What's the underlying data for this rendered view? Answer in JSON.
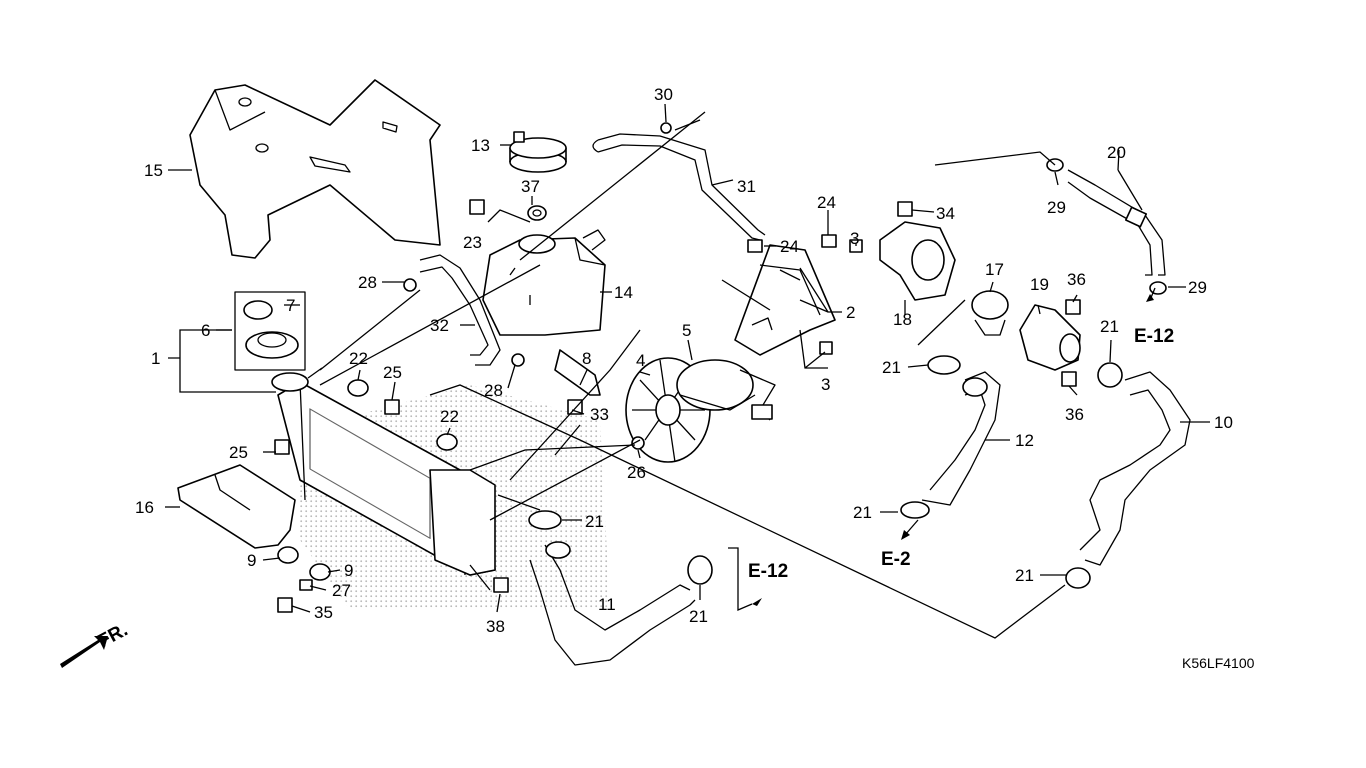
{
  "diagram": {
    "code": "K56LF4100",
    "direction_label": "FR.",
    "refs": {
      "e12_center": "E-12",
      "e12_right": "E-12",
      "e2": "E-2"
    },
    "callouts": {
      "c1": "1",
      "c2": "2",
      "c3a": "3",
      "c3b": "3",
      "c4": "4",
      "c5": "5",
      "c6": "6",
      "c7": "7",
      "c8": "8",
      "c9a": "9",
      "c9b": "9",
      "c10": "10",
      "c11": "11",
      "c12": "12",
      "c13": "13",
      "c14": "14",
      "c15": "15",
      "c16": "16",
      "c17": "17",
      "c18": "18",
      "c19": "19",
      "c20": "20",
      "c21a": "21",
      "c21b": "21",
      "c21c": "21",
      "c21d": "21",
      "c21e": "21",
      "c21f": "21",
      "c22a": "22",
      "c22b": "22",
      "c23": "23",
      "c24a": "24",
      "c24b": "24",
      "c25a": "25",
      "c25b": "25",
      "c26": "26",
      "c27": "27",
      "c28a": "28",
      "c28b": "28",
      "c29a": "29",
      "c29b": "29",
      "c30": "30",
      "c31": "31",
      "c32": "32",
      "c33": "33",
      "c34": "34",
      "c35": "35",
      "c36a": "36",
      "c36b": "36",
      "c37": "37",
      "c38": "38"
    }
  }
}
